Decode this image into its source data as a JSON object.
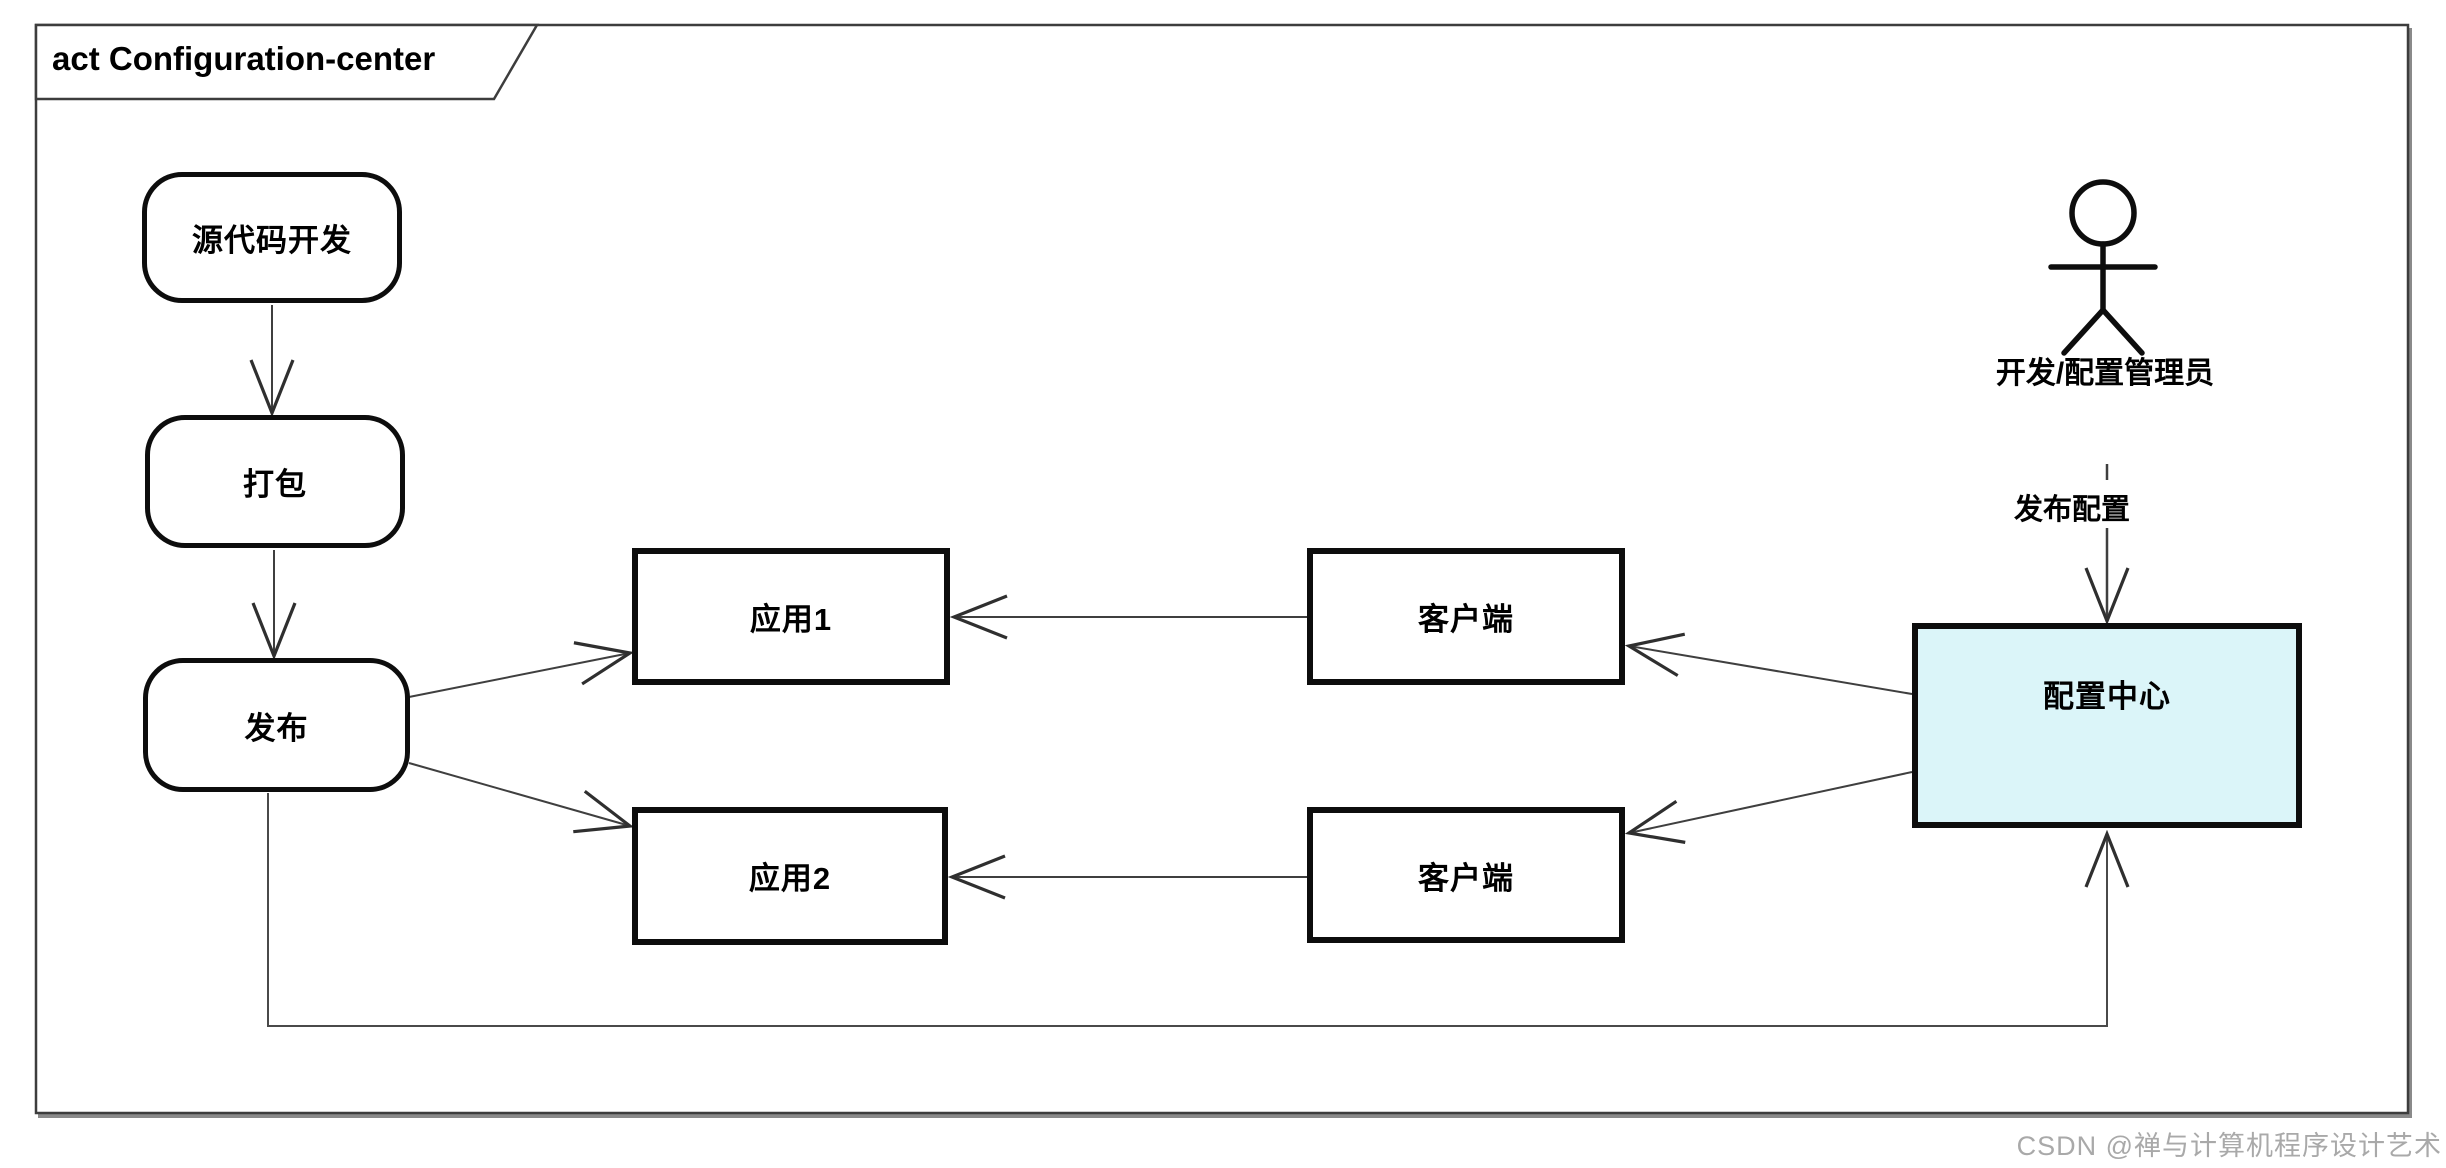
{
  "frame": {
    "title": "act Configuration-center"
  },
  "nodes": {
    "source_dev": {
      "label": "源代码开发",
      "shape": "rounded-activity"
    },
    "package": {
      "label": "打包",
      "shape": "rounded-activity"
    },
    "publish": {
      "label": "发布",
      "shape": "rounded-activity"
    },
    "app1": {
      "label": "应用1",
      "shape": "rectangle"
    },
    "app2": {
      "label": "应用2",
      "shape": "rectangle"
    },
    "client_top": {
      "label": "客户端",
      "shape": "rectangle"
    },
    "client_bottom": {
      "label": "客户端",
      "shape": "rectangle"
    },
    "config_center": {
      "label": "配置中心",
      "shape": "rectangle",
      "fill": "#dbf5f9"
    }
  },
  "actor": {
    "label": "开发/配置管理员"
  },
  "edges": {
    "publish_config_label": "发布配置",
    "flow": [
      "源代码开发 -> 打包",
      "打包 -> 发布",
      "发布 -> 应用1",
      "发布 -> 应用2",
      "客户端 -> 应用1",
      "客户端 -> 应用2",
      "配置中心 -> 客户端(上)",
      "配置中心 -> 客户端(下)",
      "发布 -> 配置中心",
      "开发/配置管理员 -(发布配置)-> 配置中心"
    ]
  },
  "watermark": {
    "text": "CSDN @禅与计算机程序设计艺术"
  },
  "colors": {
    "config_center_fill": "#dbf5f9",
    "node_border": "#0d0d0d",
    "connector": "#3f3f3f",
    "frame_border": "#3d3d3d",
    "frame_shadow": "#8a8a8a",
    "watermark_gray": "#a9a9a9"
  }
}
